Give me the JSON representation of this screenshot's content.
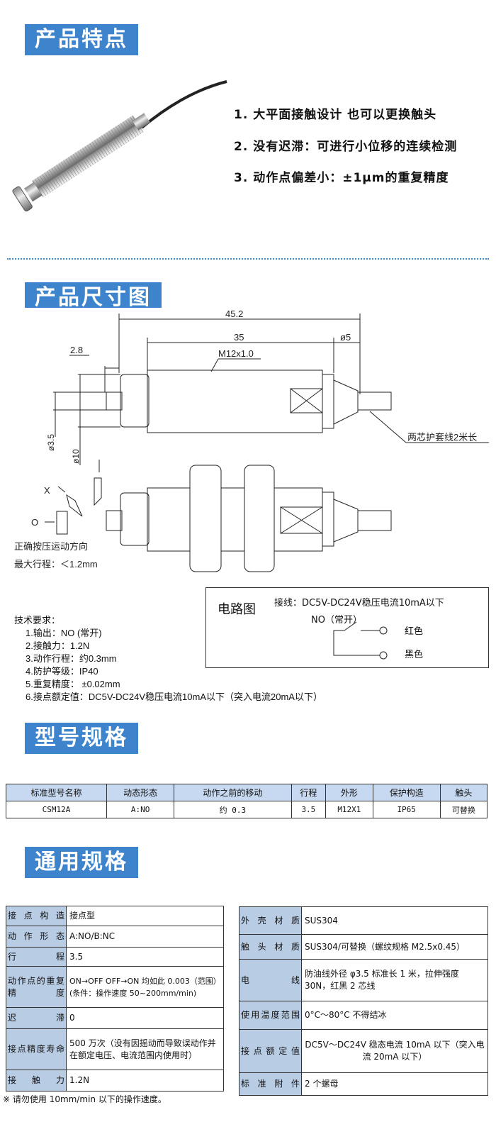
{
  "sections": {
    "features": "产品特点",
    "dimensions": "产品尺寸图",
    "model": "型号规格",
    "general": "通用规格"
  },
  "features": [
    "1. 大平面接触设计 也可以更换触头",
    "2. 没有迟滞：可进行小位移的连续检测",
    "3. 动作点偏差小：±1μm的重复精度"
  ],
  "drawing": {
    "d_total": "45.2",
    "d_thread": "35",
    "d_cable": "ø5",
    "d_cap": "2.8",
    "thread": "M12x1.0",
    "d_plunger": "ø3.5",
    "d_body": "ø10",
    "cable_note": "两芯护套线2米长",
    "x_label": "X",
    "o_label": "O",
    "direction_note": "正确按压运动方向",
    "max_stroke": "最大行程：＜1.2mm"
  },
  "circuit": {
    "title": "电路图",
    "wiring": "接线：DC5V-DC24V稳压电流10mA以下",
    "switch": "NO（常开）",
    "red": "红色",
    "black": "黑色"
  },
  "tech": {
    "title": "技术要求：",
    "items": [
      "1.输出：NO (常开)",
      "2.接触力：1.2N",
      "3.动作行程：约0.3mm",
      "4.防护等级：IP40",
      "5.重复精度： ±0.02mm",
      "6.接点额定值：DC5V-DC24V稳压电流10mA以下（突入电流20mA以下）"
    ]
  },
  "model_table": {
    "headers": [
      "标准型号名称",
      "动态形态",
      "动作之前的移动",
      "行程",
      "外形",
      "保护构造",
      "触头"
    ],
    "row": [
      "CSM12A",
      "A:NO",
      "约 0.3",
      "3.5",
      "M12X1",
      "IP65",
      "可替换"
    ]
  },
  "spec_left": [
    [
      "接点构造",
      "接点型"
    ],
    [
      "动作形态",
      "A:NO/B:NC"
    ],
    [
      "行程",
      "3.5"
    ],
    [
      "动作点的重复精度",
      "ON→OFF OFF→ON 均如此 0.003（范围）(条件：操作速度 50~200mm/min)"
    ],
    [
      "迟滞",
      "0"
    ],
    [
      "接点精度寿命",
      "500 万次（没有因摇动而导致误动作并在额定电压、电流范围内使用时）"
    ],
    [
      "接触力",
      "1.2N"
    ]
  ],
  "spec_right": [
    [
      "外壳材质",
      "SUS304"
    ],
    [
      "触头材质",
      "SUS304/可替换（螺纹规格 M2.5x0.45）"
    ],
    [
      "电线",
      "防油线外径 φ3.5 标准长 1 米，拉伸强度 30N，红黑 2 芯线"
    ],
    [
      "使用温度范围",
      "0°C～80°C 不得结冰"
    ],
    [
      "接点额定值",
      "DC5V～DC24V 稳态电流 10mA 以下（突入电流 20mA 以下）"
    ],
    [
      "标准附件",
      "2 个螺母"
    ]
  ],
  "footnote": "※ 请勿使用 10mm/min 以下的操作速度。",
  "colors": {
    "header": "#3d84cc",
    "table_key": "#b8cce4"
  }
}
